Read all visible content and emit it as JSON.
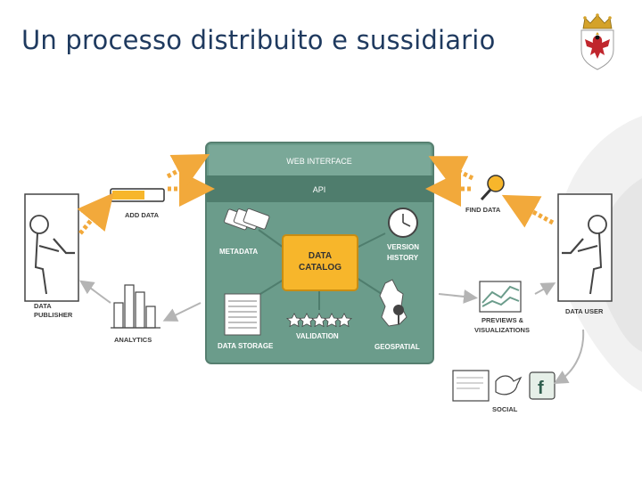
{
  "slide": {
    "title": "Un processo distribuito e sussidiario"
  },
  "logo": {
    "name": "coat-of-arms-trentino"
  },
  "diagram": {
    "web_interface": "WEB INTERFACE",
    "api": "API",
    "data_catalog_line1": "DATA",
    "data_catalog_line2": "CATALOG",
    "metadata": "METADATA",
    "version_history_line1": "VERSION",
    "version_history_line2": "HISTORY",
    "data_storage": "DATA STORAGE",
    "validation": "VALIDATION",
    "geospatial": "GEOSPATIAL",
    "add_data": "ADD DATA",
    "find_data": "FIND DATA",
    "data_publisher_line1": "DATA",
    "data_publisher_line2": "PUBLISHER",
    "data_user": "DATA USER",
    "analytics": "ANALYTICS",
    "previews_line1": "PREVIEWS &",
    "previews_line2": "VISUALIZATIONS",
    "social": "SOCIAL"
  },
  "colors": {
    "title": "#1f3a5f",
    "panel": "#6b9c8b",
    "panel_dark": "#4f7d6d",
    "catalog": "#f7b62b",
    "arrow_orange": "#f2a93b",
    "arrow_grey": "#b4b4b4",
    "swirl": "#eeeeee"
  }
}
